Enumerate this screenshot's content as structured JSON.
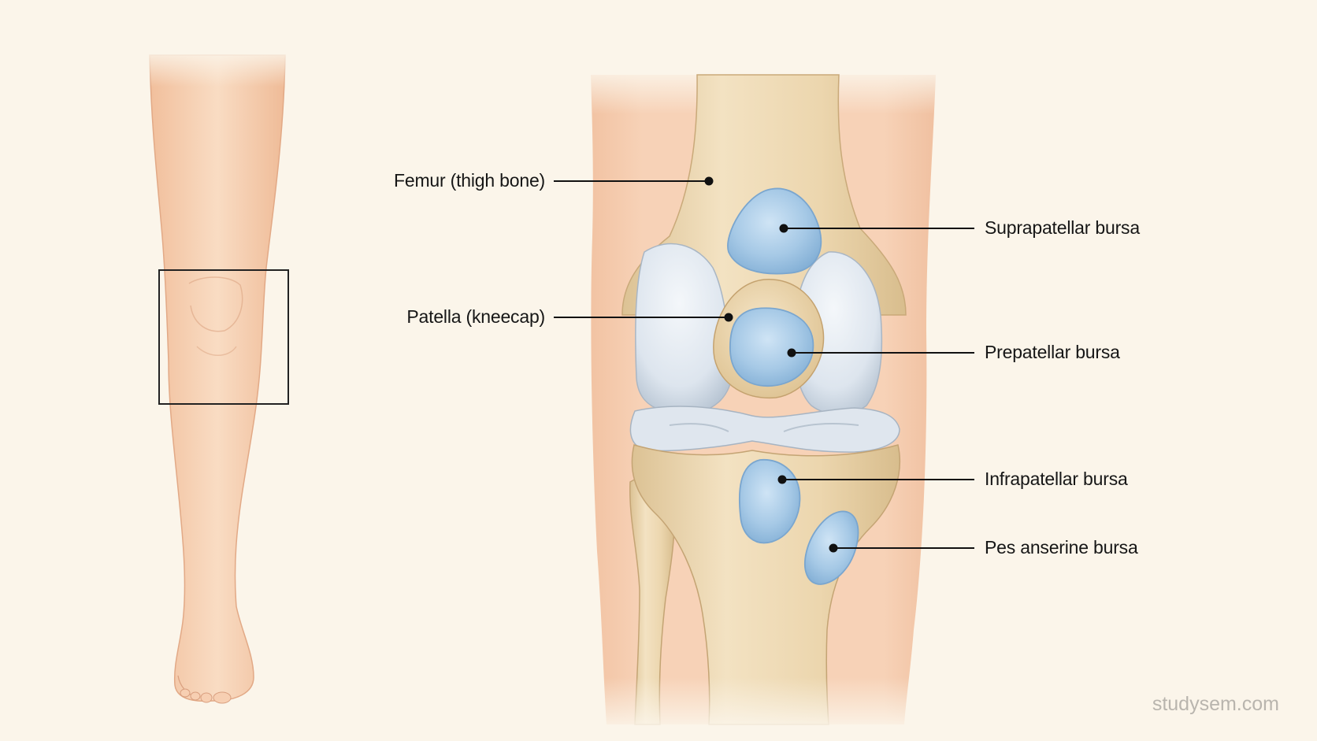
{
  "labels": {
    "femur": "Femur (thigh bone)",
    "patella": "Patella (kneecap)",
    "suprapatellar": "Suprapatellar bursa",
    "prepatellar": "Prepatellar bursa",
    "infrapatellar": "Infrapatellar bursa",
    "pes_anserine": "Pes anserine bursa"
  },
  "watermark": "studysem.com",
  "colors": {
    "background": "#fbf5ea",
    "skin": "#f4c9a8",
    "bone": "#ead4ab",
    "cartilage": "#dde6ef",
    "bursa": "#a9cce8",
    "leader_line": "#111111"
  }
}
